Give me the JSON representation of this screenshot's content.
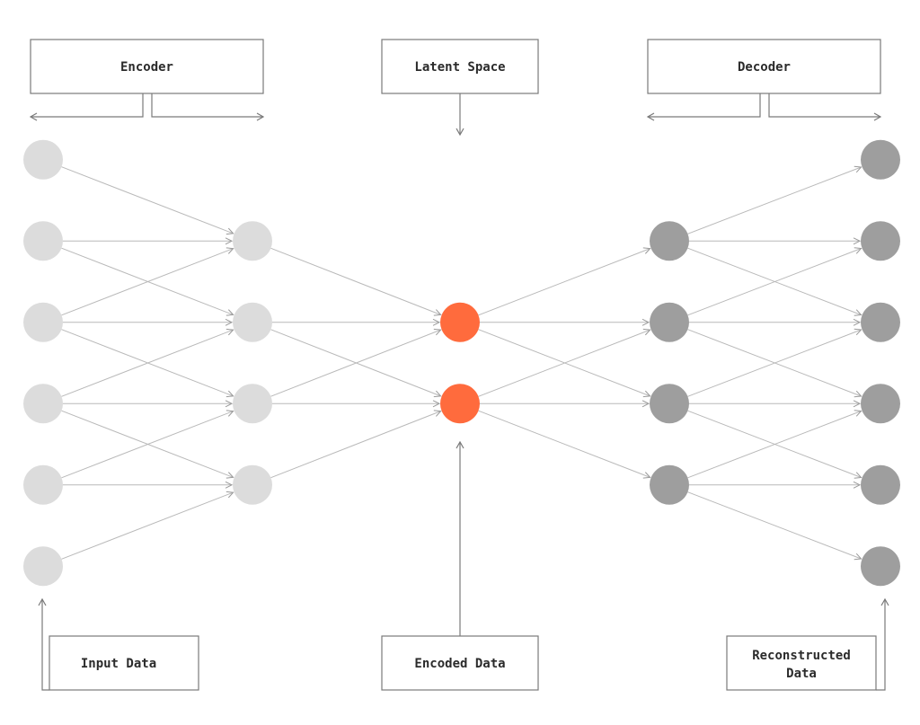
{
  "labels": {
    "encoder": "Encoder",
    "latent_space": "Latent Space",
    "decoder": "Decoder",
    "input_data": "Input Data",
    "encoded_data": "Encoded Data",
    "reconstructed_data_line1": "Reconstructed",
    "reconstructed_data_line2": "Data"
  },
  "network": {
    "layers": [
      {
        "name": "input",
        "nodes": 6,
        "color": "#dcdcdc"
      },
      {
        "name": "encoder-hidden",
        "nodes": 4,
        "color": "#dcdcdc"
      },
      {
        "name": "latent",
        "nodes": 2,
        "color": "#ff6b3d"
      },
      {
        "name": "decoder-hidden",
        "nodes": 4,
        "color": "#9e9e9e"
      },
      {
        "name": "output",
        "nodes": 6,
        "color": "#9e9e9e"
      }
    ]
  },
  "colors": {
    "edge": "#b9b9b9",
    "box_border": "#7a7a7a",
    "text": "#2b2b2b",
    "encoder_node": "#dcdcdc",
    "latent_node": "#ff6b3d",
    "decoder_node": "#9e9e9e"
  }
}
